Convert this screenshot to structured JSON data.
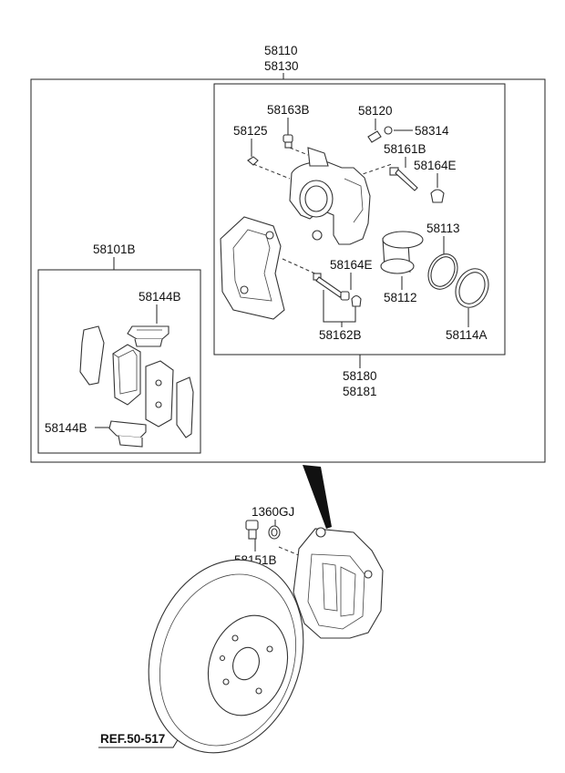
{
  "labels": {
    "assembly_top": "58110",
    "assembly_bottom": "58130",
    "bolt_63": "58163B",
    "bleeder": "58120",
    "bleeder_cap": "58314",
    "clip_25": "58125",
    "guide_pin_b": "58161B",
    "boot_e_top": "58164E",
    "piston_seal": "58113",
    "pad_kit": "58101B",
    "spring_top": "58144B",
    "boot_e_mid": "58164E",
    "piston": "58112",
    "pin_62": "58162B",
    "dust_boot": "58114A",
    "caliper_kit_a": "58180",
    "caliper_kit_b": "58181",
    "spring_bottom": "58144B",
    "washer": "1360GJ",
    "mount_bolt": "58151B",
    "ref": "REF.50-517"
  }
}
